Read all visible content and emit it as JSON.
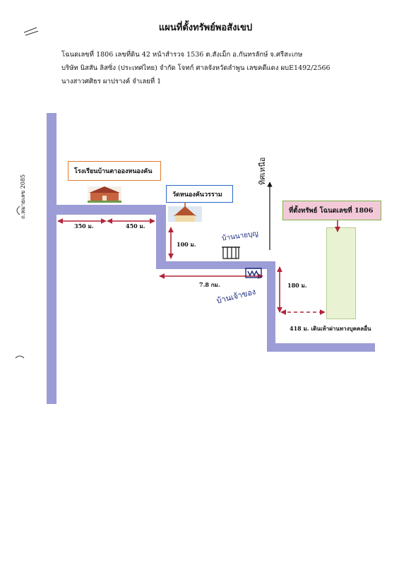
{
  "title": "แผนที่ตั้งทรัพย์พอสังเขป",
  "header": {
    "line1": "โฉนดเลขที่ 1806 เลขที่ดิน 42 หน้าสำรวจ 1536 ต.สังเม็ก อ.กันทรลักษ์ จ.ศรีสะเกษ",
    "line2": "บริษัท นิสสัน ลิสซิ่ง (ประเทศไทย) จำกัด โจทก์  ศาลจังหวัดลำพูน เลขคดีแดง ผบE1492/2566",
    "line3": "นางสาวศศิธร ผาปรางค์ จำเลยที่ 1"
  },
  "side_road_label": "ถ.หมายเลข 2085",
  "places": {
    "school": "โรงเรียนบ้านตาอองหนองคัน",
    "temple": "วัดหนองคันวรราม",
    "property": "ที่ตั้งทรัพย์ โฉนดเลขที่ 1806"
  },
  "distances": {
    "d1": "350 ม.",
    "d2": "450 ม.",
    "d3": "100 ม.",
    "d4": "7.8 กม.",
    "d5": "180 ม.",
    "d6": "418 ม. เดินเท้าผ่านทางบุคคลอื่น"
  },
  "handwritten": {
    "north": "ทิศเหนือ",
    "house1": "บ้านนายบุญ",
    "house2": "บ้านเจ้าของ"
  },
  "colors": {
    "road": "#9c9cd6",
    "arrow": "#b0253a",
    "school_border": "#e07a30",
    "temple_border": "#2a66c8",
    "property_border": "#7cb342",
    "property_fill": "#f3c9d9",
    "plot_fill": "#e9f2d2",
    "plot_border": "#b7cf8e"
  }
}
